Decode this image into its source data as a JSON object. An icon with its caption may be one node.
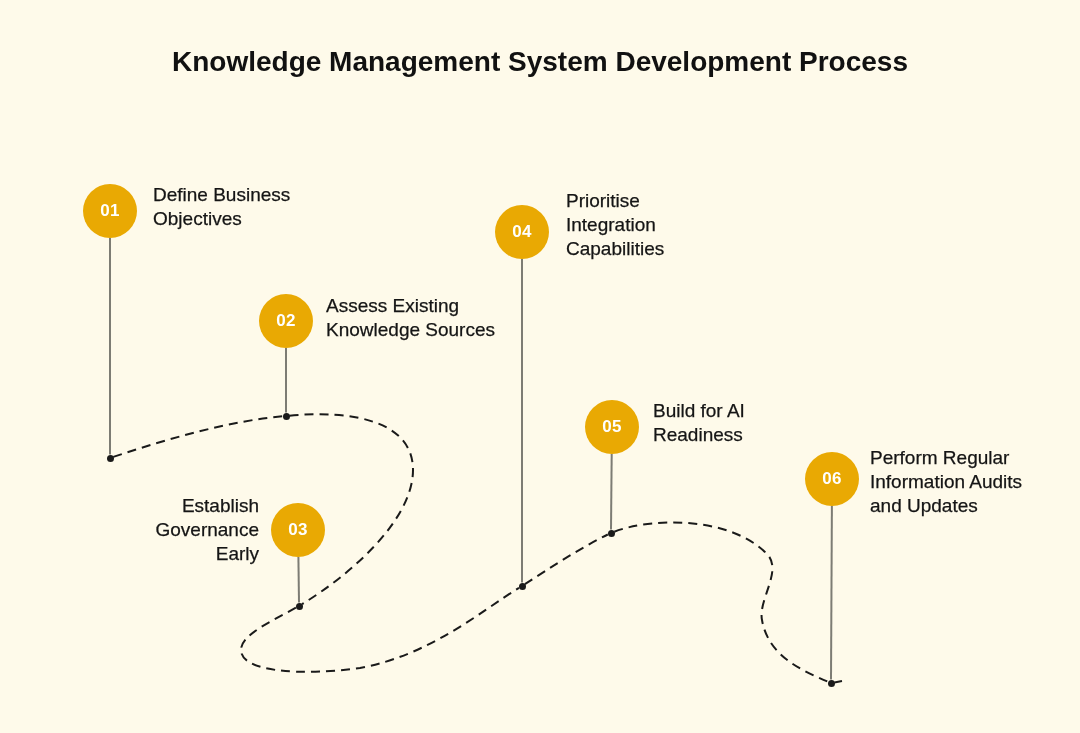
{
  "diagram": {
    "title": "Knowledge Management System Development Process",
    "nodes": [
      {
        "text": [
          "01"
        ],
        "beside": [
          "Define Business Objectives"
        ]
      },
      {
        "text": [
          "02"
        ],
        "beside": [
          "Assess Existing Knowledge Sources"
        ]
      },
      {
        "text": [
          "03"
        ],
        "beside": [
          "Establish Governance Early"
        ]
      },
      {
        "text": [
          "04"
        ],
        "beside": [
          "Prioritise Integration Capabilities"
        ]
      },
      {
        "text": [
          "05"
        ],
        "beside": [
          "Build for AI Readiness"
        ]
      },
      {
        "text": [
          "06"
        ],
        "beside": [
          "Perform Regular Information Audits and Updates"
        ]
      },
      {
        "text": [],
        "shape": "circle"
      },
      {
        "text": [],
        "shape": "circle"
      },
      {
        "text": [],
        "shape": "circle"
      },
      {
        "text": [],
        "shape": "circle"
      },
      {
        "text": [],
        "shape": "circle"
      },
      {
        "text": [],
        "shape": "circle"
      }
    ],
    "edges": [
      {
        "from": 0,
        "to": 6,
        "arrow": "none"
      },
      {
        "from": 1,
        "to": 7,
        "arrow": "none"
      },
      {
        "from": 2,
        "to": 8,
        "arrow": "none"
      },
      {
        "from": 3,
        "to": 9,
        "arrow": "none"
      },
      {
        "from": 4,
        "to": 10,
        "arrow": "none"
      },
      {
        "from": 5,
        "to": 11,
        "arrow": "none"
      },
      {
        "from": 6,
        "to": 7,
        "arrow": "none",
        "style": "dashed",
        "color": "#1a1a1a"
      },
      {
        "from": 7,
        "to": 8,
        "arrow": "none",
        "style": "dashed",
        "color": "#1a1a1a"
      },
      {
        "from": 8,
        "to": 9,
        "arrow": "none",
        "style": "dashed",
        "color": "#1a1a1a"
      },
      {
        "from": 9,
        "to": 10,
        "arrow": "none",
        "style": "dashed",
        "color": "#1a1a1a"
      },
      {
        "from": 10,
        "to": 11,
        "arrow": "none",
        "style": "dashed",
        "color": "#1a1a1a"
      },
      {
        "from": 11,
        "to": null,
        "arrow": "none",
        "style": "dashed",
        "color": "#1a1a1a"
      }
    ]
  }
}
